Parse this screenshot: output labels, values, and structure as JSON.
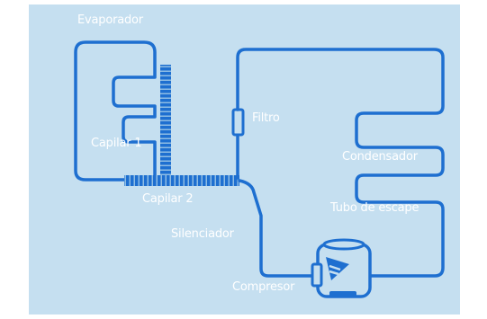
{
  "diagram": {
    "colors": {
      "background": "#c5dff0",
      "pipe": "#1e6fd0",
      "label": "#ffffff"
    },
    "labels": {
      "evaporador": "Evaporador",
      "capilar1": "Capilar 1",
      "filtro": "Filtro",
      "condensador": "Condensador",
      "capilar2": "Capilar 2",
      "tubo_escape": "Tubo de escape",
      "silenciador": "Silenciador",
      "compresor": "Compresor"
    },
    "icons": [
      "filter-icon",
      "compressor-icon"
    ]
  }
}
